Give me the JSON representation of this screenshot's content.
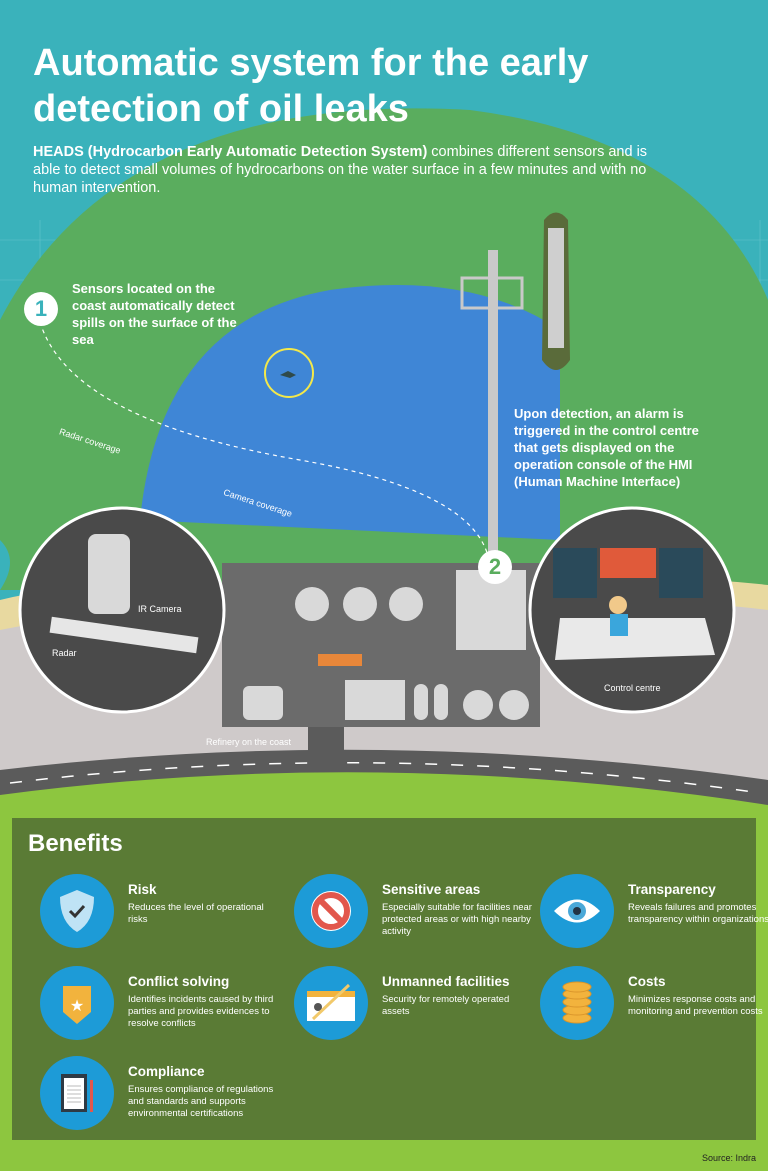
{
  "title": "Automatic system for the early detection of oil leaks",
  "intro": {
    "bold": "HEADS (Hydrocarbon Early Automatic Detection System)",
    "text": " combines different sensors and is able to detect small volumes of hydrocarbons on the water surface in a few minutes and with no human intervention."
  },
  "steps": [
    {
      "number": "1",
      "text": "Sensors located on the coast automatically detect spills on the surface of the sea"
    },
    {
      "number": "2",
      "text": "Upon detection, an alarm is triggered in the control centre that gets displayed on the operation console of the HMI (Human Machine Interface)"
    }
  ],
  "labels": {
    "radar_coverage": "Radar coverage",
    "camera_coverage": "Camera coverage",
    "ir_camera": "IR Camera",
    "radar": "Radar",
    "refinery": "Refinery on the coast",
    "control_centre": "Control centre"
  },
  "benefits": {
    "title": "Benefits",
    "items": [
      {
        "title": "Risk",
        "text": "Reduces the level of operational risks",
        "icon": "shield-check-icon"
      },
      {
        "title": "Sensitive areas",
        "text": "Especially suitable for facilities near protected areas or with high nearby activity",
        "icon": "prohibited-icon"
      },
      {
        "title": "Transparency",
        "text": "Reveals failures and promotes transparency within organizations",
        "icon": "eye-icon"
      },
      {
        "title": "Conflict solving",
        "text": "Identifies incidents caused by third parties and provides evidences to resolve conflicts",
        "icon": "badge-icon"
      },
      {
        "title": "Unmanned facilities",
        "text": "Security for remotely operated assets",
        "icon": "crossed-id-card-icon"
      },
      {
        "title": "Costs",
        "text": "Minimizes response costs and monitoring and prevention costs",
        "icon": "coins-icon"
      },
      {
        "title": "Compliance",
        "text": "Ensures compliance of regulations and standards and supports environmental certifications",
        "icon": "clipboard-icon"
      }
    ]
  },
  "source": "Source: Indra",
  "colors": {
    "sea": "#3ab2bb",
    "radar": "#5aad5e",
    "camera": "#3f86d6",
    "panel": "#5a7b35",
    "grass": "#8dc63f",
    "icon_bg": "#1d9bd7"
  }
}
